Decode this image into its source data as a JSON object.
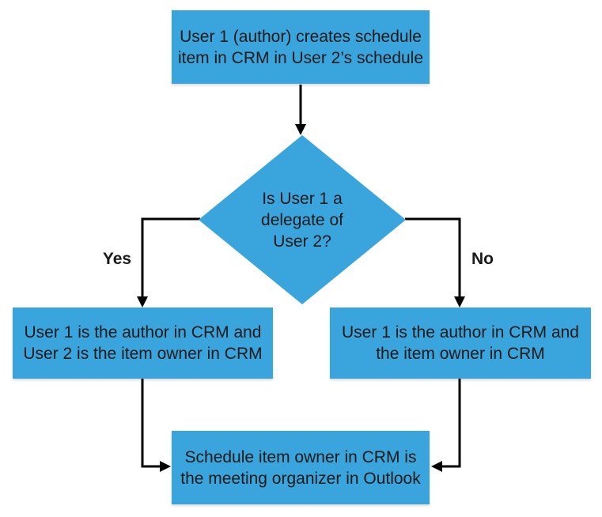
{
  "diagram": {
    "type": "flowchart",
    "nodes": {
      "start": {
        "label": "User 1 (author) creates schedule item in CRM in User 2’s schedule",
        "shape": "rectangle"
      },
      "decision": {
        "label": "Is User 1 a delegate of User 2?",
        "shape": "diamond"
      },
      "yes_outcome": {
        "label": "User 1 is the author in CRM and User 2 is the item owner in CRM",
        "shape": "rectangle"
      },
      "no_outcome": {
        "label": "User 1 is the author in CRM and the item owner in CRM",
        "shape": "rectangle"
      },
      "end": {
        "label": "Schedule item owner in CRM is the meeting organizer in Outlook",
        "shape": "rectangle"
      }
    },
    "edges": {
      "start_to_decision": {
        "label": ""
      },
      "decision_to_yes": {
        "label": "Yes"
      },
      "decision_to_no": {
        "label": "No"
      },
      "yes_to_end": {
        "label": ""
      },
      "no_to_end": {
        "label": ""
      }
    },
    "colors": {
      "node_fill": "#3AA4DC",
      "node_text": "#1A1A1A",
      "arrow": "#000000",
      "background": "#FFFFFF"
    }
  }
}
